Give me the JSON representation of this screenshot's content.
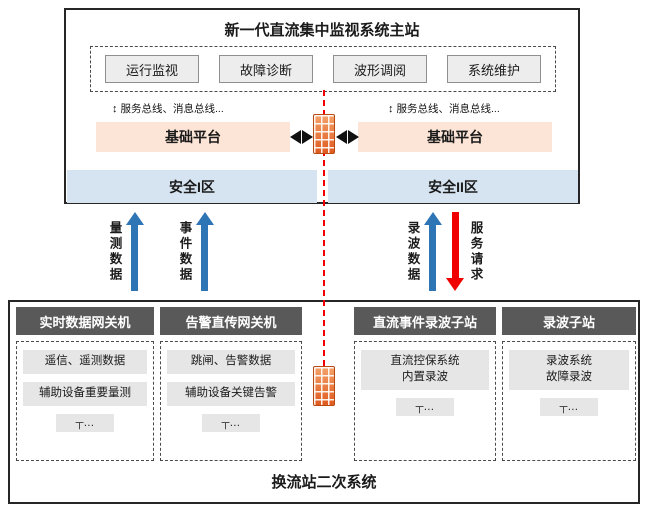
{
  "master": {
    "title": "新一代直流集中监视系统主站",
    "apps": [
      "运行监视",
      "故障诊断",
      "波形调阅",
      "系统维护"
    ],
    "bus_left": "服务总线、消息总线...",
    "bus_right": "服务总线、消息总线...",
    "platform_left": "基础平台",
    "platform_right": "基础平台",
    "zone_left": "安全I区",
    "zone_right": "安全II区"
  },
  "flows": {
    "measure": "量测数据",
    "event": "事件数据",
    "wave": "录波数据",
    "service": "服务请求"
  },
  "station": {
    "title": "换流站二次系统",
    "columns": [
      {
        "header": "实时数据网关机",
        "items": [
          "遥信、遥测数据",
          "辅助设备重要量测"
        ],
        "more": "┬…"
      },
      {
        "header": "告警直传网关机",
        "items": [
          "跳闸、告警数据",
          "辅助设备关键告警"
        ],
        "more": "┬…"
      },
      {
        "header": "直流事件录波子站",
        "items": [
          "直流控保系统\n内置录波"
        ],
        "more": "┬…"
      },
      {
        "header": "录波子站",
        "items": [
          "录波系统\n故障录波"
        ],
        "more": "┬…"
      }
    ]
  },
  "icons": {
    "bus_updown": "↕"
  },
  "colors": {
    "platform_bg": "#fce4d6",
    "zone_bg": "#d6e4f2",
    "column_header_bg": "#595959",
    "item_bg": "#e7e6e6",
    "arrow_blue": "#2e75b6",
    "arrow_red": "#f00000",
    "firewall_orange": "#e8703a"
  }
}
